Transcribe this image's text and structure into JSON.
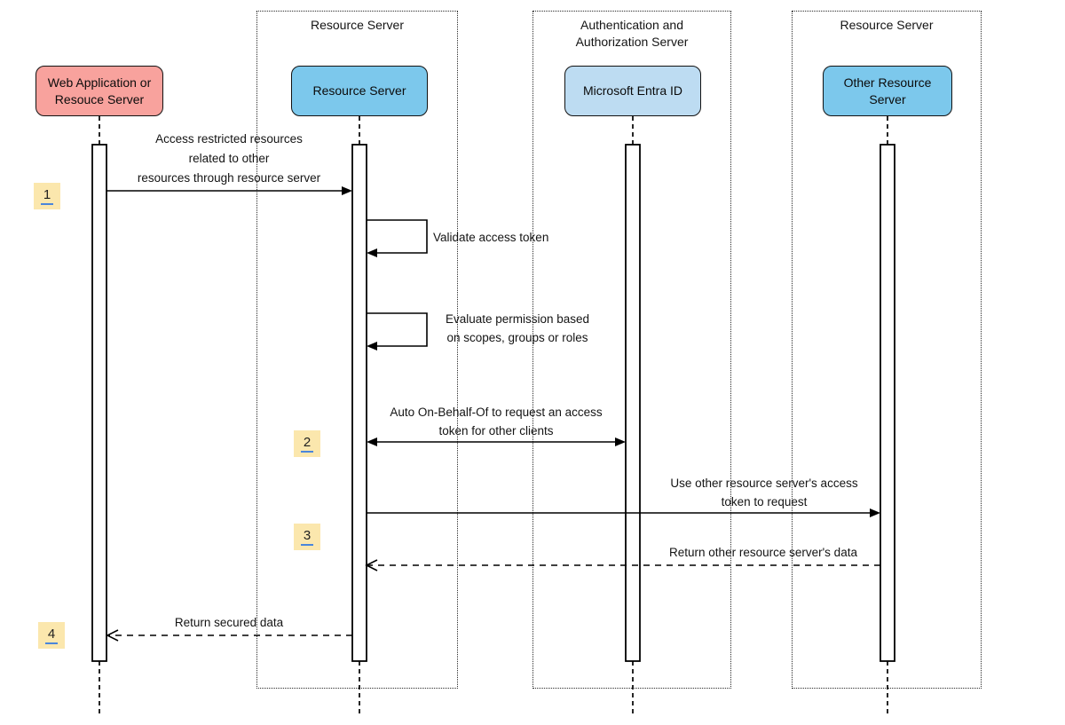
{
  "colors": {
    "actor_pink": "#f8a29d",
    "actor_blue": "#7cc8ec",
    "actor_light_blue": "#bddcf2",
    "badge_bg": "#fbe7ad",
    "badge_underline": "#4a86db"
  },
  "frames": [
    {
      "title": "Resource Server"
    },
    {
      "title": "Authentication and\nAuthorization Server"
    },
    {
      "title": "Resource Server"
    }
  ],
  "actors": [
    {
      "label": "Web Application or\nResouce Server"
    },
    {
      "label": "Resource Server"
    },
    {
      "label": "Microsoft Entra ID"
    },
    {
      "label": "Other Resource\nServer"
    }
  ],
  "steps": [
    {
      "number": "1"
    },
    {
      "number": "2"
    },
    {
      "number": "3"
    },
    {
      "number": "4"
    }
  ],
  "messages": [
    {
      "text": "Access restricted resources\nrelated to other\nresources through resource server",
      "style": "solid-arrow"
    },
    {
      "text": "Validate access token",
      "style": "self-message"
    },
    {
      "text": "Evaluate permission based\non scopes, groups or roles",
      "style": "self-message"
    },
    {
      "text": "Auto On-Behalf-Of to request an access\ntoken for other clients",
      "style": "solid-arrow-bidirectional"
    },
    {
      "text": "Use other resource server's access\ntoken to request",
      "style": "solid-arrow"
    },
    {
      "text": "Return other resource server's data",
      "style": "dashed-return"
    },
    {
      "text": "Return secured data",
      "style": "dashed-return"
    }
  ]
}
